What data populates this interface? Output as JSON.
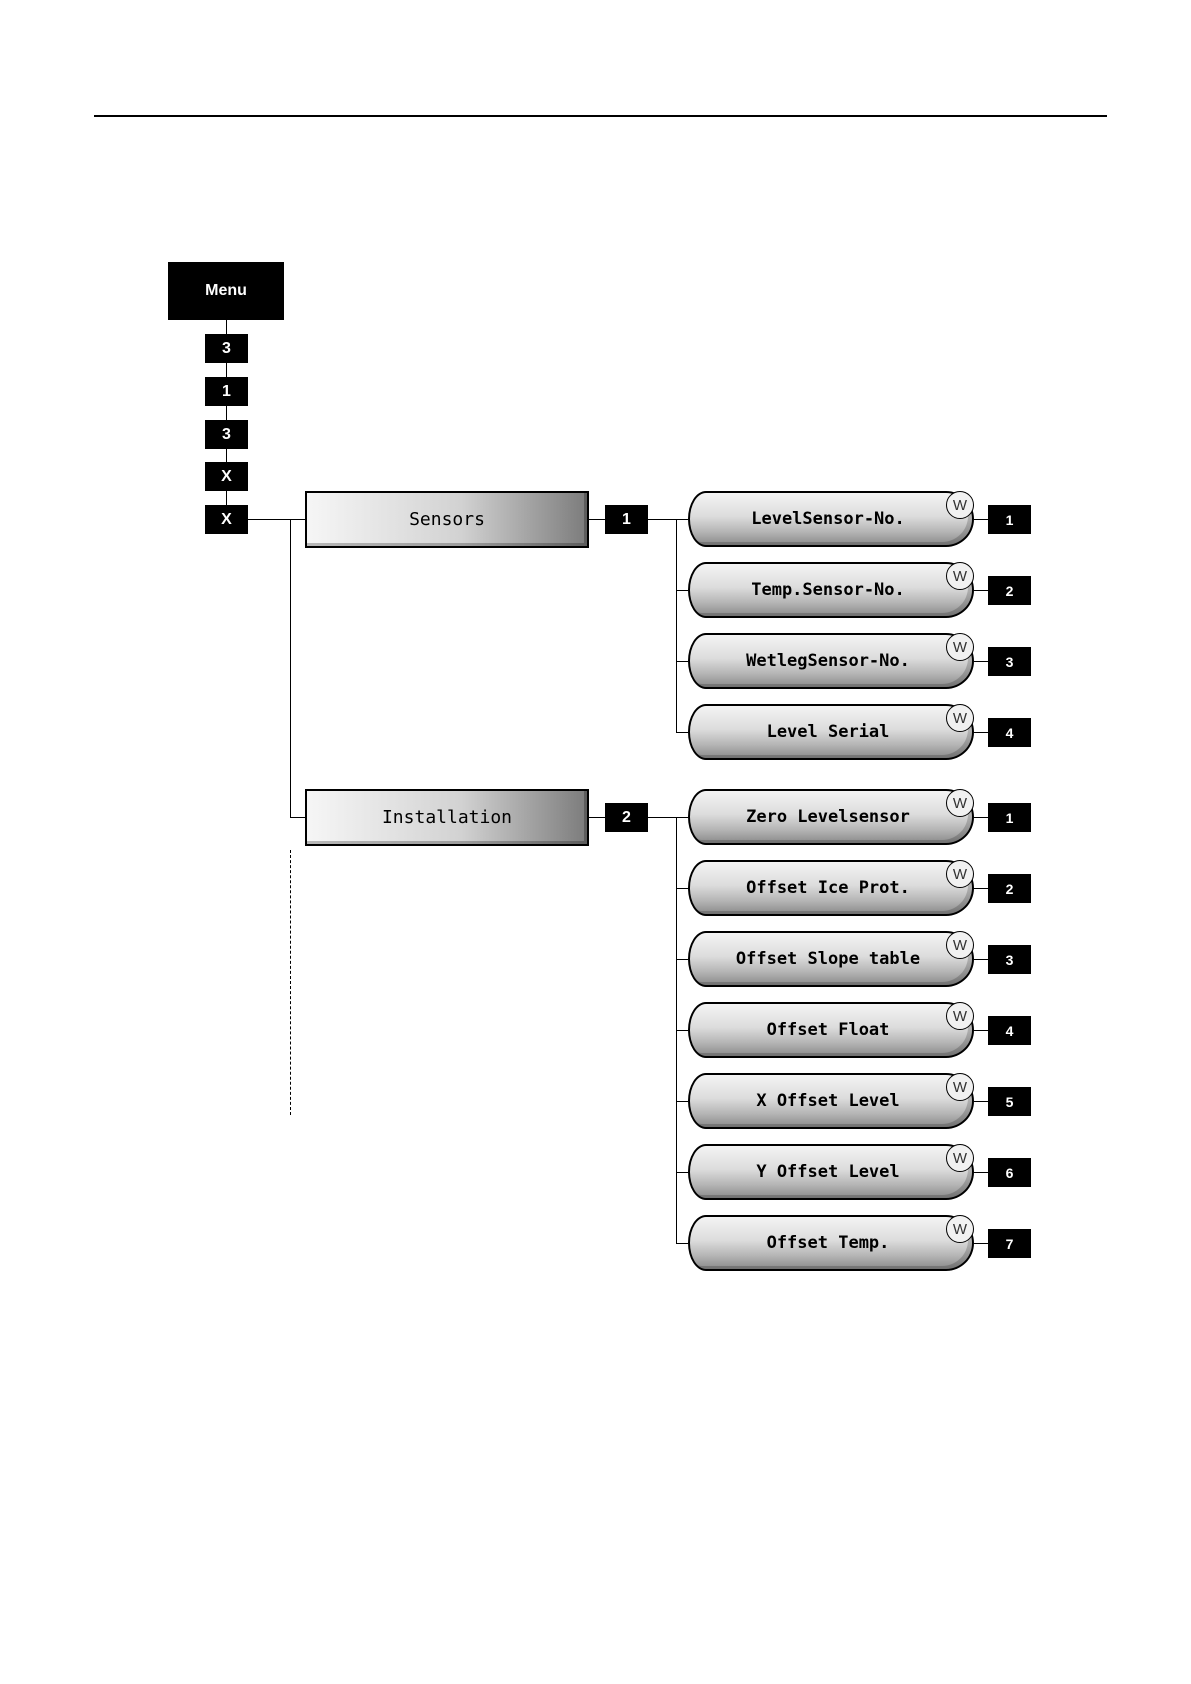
{
  "menu": {
    "label": "Menu"
  },
  "path_keys": [
    "3",
    "1",
    "3",
    "X",
    "X"
  ],
  "groups": [
    {
      "label": "Sensors",
      "key": "1",
      "items": [
        {
          "label": "LevelSensor-No.",
          "badge": "W",
          "key": "1"
        },
        {
          "label": "Temp.Sensor-No.",
          "badge": "W",
          "key": "2"
        },
        {
          "label": "WetlegSensor-No.",
          "badge": "W",
          "key": "3"
        },
        {
          "label": "Level Serial",
          "badge": "W",
          "key": "4"
        }
      ]
    },
    {
      "label": "Installation",
      "key": "2",
      "items": [
        {
          "label": "Zero Levelsensor",
          "badge": "W",
          "key": "1"
        },
        {
          "label": "Offset Ice Prot.",
          "badge": "W",
          "key": "2"
        },
        {
          "label": "Offset Slope table",
          "badge": "W",
          "key": "3"
        },
        {
          "label": "Offset Float",
          "badge": "W",
          "key": "4"
        },
        {
          "label": "X Offset Level",
          "badge": "W",
          "key": "5"
        },
        {
          "label": "Y Offset Level",
          "badge": "W",
          "key": "6"
        },
        {
          "label": "Offset Temp.",
          "badge": "W",
          "key": "7"
        }
      ]
    }
  ]
}
